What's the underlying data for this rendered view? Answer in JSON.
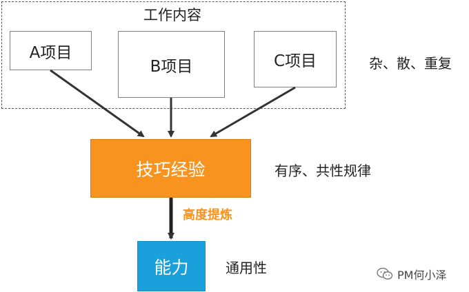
{
  "group": {
    "title": "工作内容"
  },
  "projects": [
    {
      "label": "A项目"
    },
    {
      "label": "B项目"
    },
    {
      "label": "C项目"
    }
  ],
  "side_notes": {
    "top": "杂、散、重复",
    "middle": "有序、共性规律",
    "bottom": "通用性"
  },
  "skill": {
    "label": "技巧经验"
  },
  "refine": {
    "label": "高度提炼"
  },
  "ability": {
    "label": "能力"
  },
  "watermark": {
    "text": "PM何小泽",
    "icon": "wechat-icon"
  },
  "colors": {
    "skill_fill": "#f7931e",
    "ability_fill": "#1aa0da",
    "refine_text": "#f7931e",
    "arrow": "#333333"
  }
}
